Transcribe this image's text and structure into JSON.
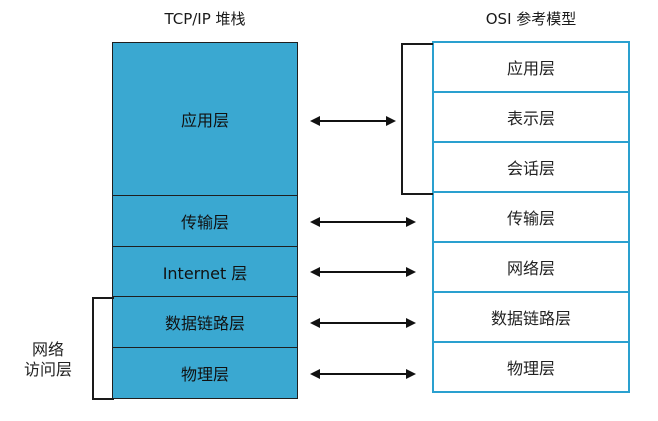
{
  "titles": {
    "tcp": "TCP/IP 堆栈",
    "osi": "OSI 参考模型"
  },
  "tcp_layers": [
    {
      "label": "应用层"
    },
    {
      "label": "传输层"
    },
    {
      "label": "Internet 层"
    },
    {
      "label": "数据链路层"
    },
    {
      "label": "物理层"
    }
  ],
  "osi_layers": [
    {
      "label": "应用层"
    },
    {
      "label": "表示层"
    },
    {
      "label": "会话层"
    },
    {
      "label": "传输层"
    },
    {
      "label": "网络层"
    },
    {
      "label": "数据链路层"
    },
    {
      "label": "物理层"
    }
  ],
  "network_access_label": {
    "line1": "网络",
    "line2": "访问层"
  },
  "colors": {
    "tcp_fill": "#3aa8d1",
    "osi_border": "#2aa0cf",
    "arrow": "#111111"
  }
}
